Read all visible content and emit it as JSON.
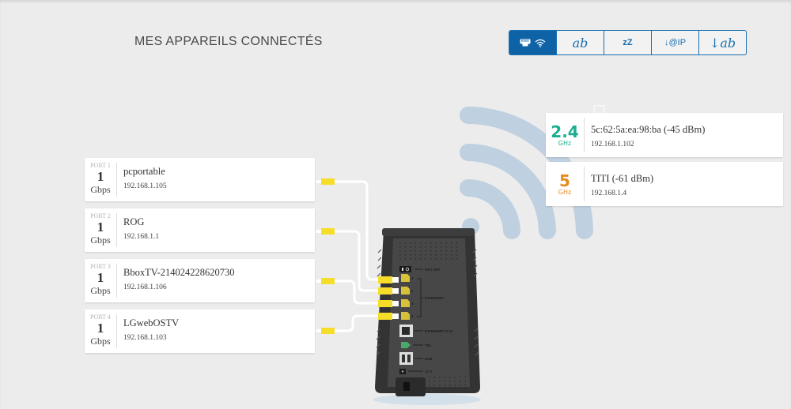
{
  "header": {
    "title": "MES APPAREILS CONNECTÉS"
  },
  "view_tabs": [
    {
      "name": "ethernet-wifi",
      "icons": [
        "ethernet-port-icon",
        "wifi-icon"
      ],
      "active": true
    },
    {
      "name": "names",
      "label": "ab",
      "icon": "handwriting-icon",
      "active": false
    },
    {
      "name": "sleep",
      "label": "zZ",
      "icon": "sleep-icon",
      "active": false
    },
    {
      "name": "sort-ip",
      "label": "↓@IP",
      "icon": "sort-ip-icon",
      "active": false
    },
    {
      "name": "sort-name",
      "label": "↓ab",
      "icon": "sort-name-icon",
      "active": false
    }
  ],
  "ethernet_devices": [
    {
      "port": "PORT 1",
      "speed": "1",
      "unit": "Gbps",
      "name": "pcportable",
      "ip": "192.168.1.105"
    },
    {
      "port": "PORT 2",
      "speed": "1",
      "unit": "Gbps",
      "name": "ROG",
      "ip": "192.168.1.1"
    },
    {
      "port": "PORT 3",
      "speed": "1",
      "unit": "Gbps",
      "name": "BboxTV-214024228620730",
      "ip": "192.168.1.106"
    },
    {
      "port": "PORT 4",
      "speed": "1",
      "unit": "Gbps",
      "name": "LGwebOSTV",
      "ip": "192.168.1.103"
    }
  ],
  "wifi_devices": [
    {
      "band": "2.4",
      "unit": "GHz",
      "color": "#1aae8f",
      "name": "5c:62:5a:ea:98:ba (-45 dBm)",
      "ip": "192.168.1.102"
    },
    {
      "band": "5",
      "unit": "GHz",
      "color": "#e8891c",
      "name": "TITI (-61 dBm)",
      "ip": "192.168.1.4"
    }
  ],
  "router": {
    "labels": {
      "power": "ON / OFF",
      "ethernet": "ETHERNET",
      "ethernet_10g": "ETHERNET 10 G",
      "tel": "TEL",
      "usb": "USB",
      "power_in": "12 V"
    },
    "port_numbers": [
      "1",
      "2",
      "3",
      "4"
    ]
  },
  "colors": {
    "accent": "#0e62a6",
    "cable": "#f5dd2a",
    "wifi_arcs": "#bfd0e0",
    "router_body": "#3a3a3a"
  }
}
